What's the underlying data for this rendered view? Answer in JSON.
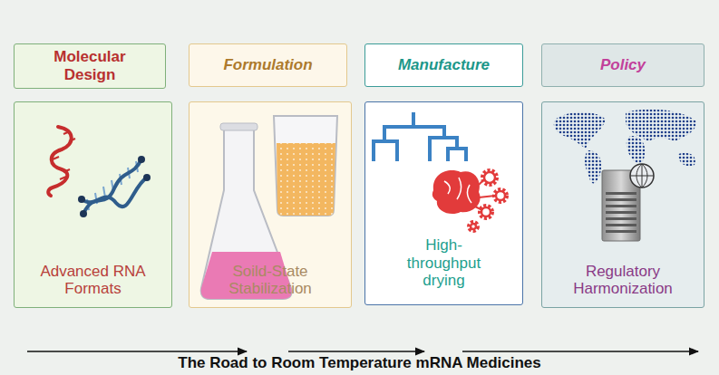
{
  "diagram": {
    "title": "The Road to Room Temperature mRNA Medicines",
    "nodes": [
      {
        "text": [
          "Molecular Design"
        ]
      },
      {
        "text": [
          "Advanced RNA Formats"
        ]
      },
      {
        "text": [
          "Formulation"
        ]
      },
      {
        "text": [
          "Soild-State Stabilization"
        ]
      },
      {
        "text": [
          "Manufacture"
        ]
      },
      {
        "text": [
          "High-throughput drying"
        ]
      },
      {
        "text": [
          "Policy"
        ]
      },
      {
        "text": [
          "Regulatory Harmonization"
        ]
      }
    ]
  }
}
